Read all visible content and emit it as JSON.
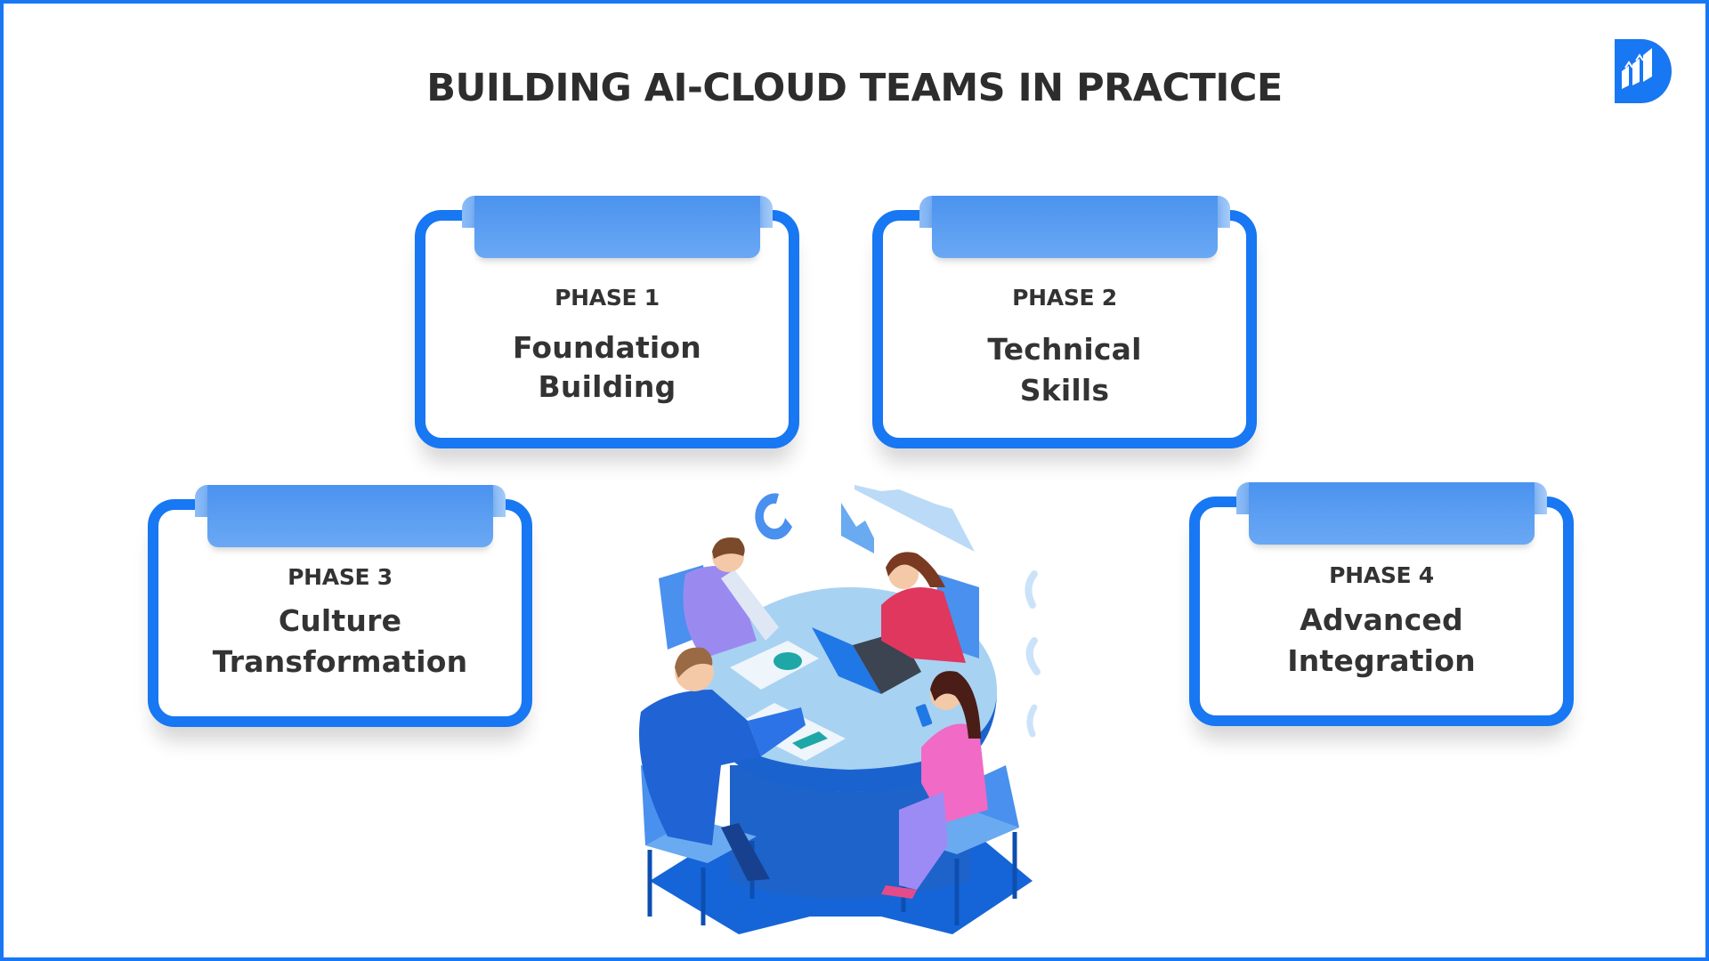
{
  "header": {
    "title": "BUILDING AI-CLOUD TEAMS IN PRACTICE",
    "logo_icon": "brand-d-chart-logo"
  },
  "phases": [
    {
      "label": "PHASE 1",
      "name_line1": "Foundation",
      "name_line2": "Building"
    },
    {
      "label": "PHASE 2",
      "name_line1": "Technical",
      "name_line2": "Skills"
    },
    {
      "label": "PHASE 3",
      "name_line1": "Culture",
      "name_line2": "Transformation"
    },
    {
      "label": "PHASE 4",
      "name_line1": "Advanced",
      "name_line2": "Integration"
    }
  ],
  "illustration": {
    "description": "Team meeting at round table with laptop and reports",
    "icon": "team-meeting-illustration"
  },
  "colors": {
    "accent": "#1877f2",
    "tab_top": "#4b93ef",
    "tab_bottom": "#6aa8f4",
    "text": "#333333"
  }
}
